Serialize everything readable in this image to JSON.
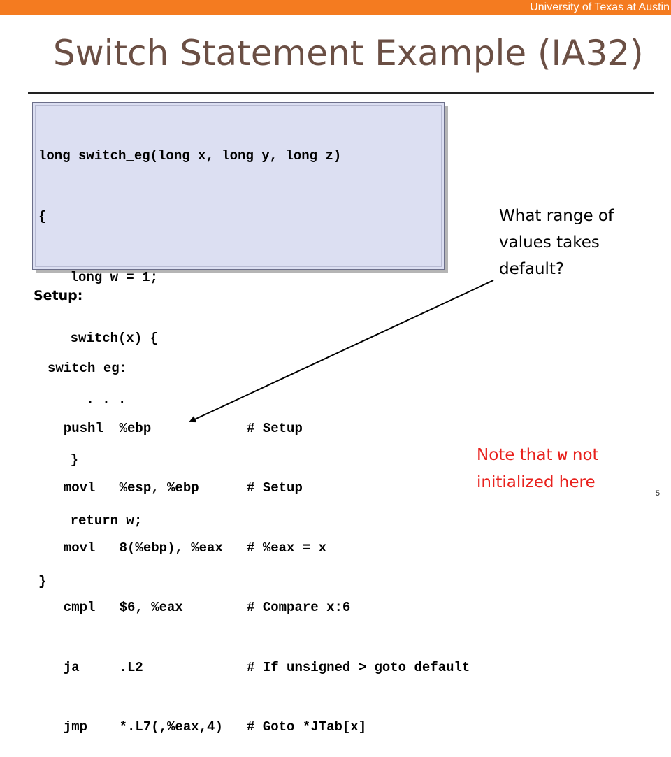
{
  "header": {
    "organization": "University of Texas at Austin",
    "accent_color": "#f47b20"
  },
  "slide": {
    "title": "Switch Statement Example (IA32)",
    "title_color": "#6b4f44",
    "page_number": "5"
  },
  "c_code": {
    "lines": [
      "long switch_eg(long x, long y, long z)",
      "{",
      "    long w = 1;",
      "    switch(x) {",
      "      . . .",
      "    }",
      "    return w;",
      "}"
    ],
    "box_color": "#dcdff2"
  },
  "setup": {
    "label": "Setup:",
    "asm_lines": [
      "switch_eg:",
      "  pushl  %ebp            # Setup",
      "  movl   %esp, %ebp      # Setup",
      "  movl   8(%ebp), %eax   # %eax = x",
      "  cmpl   $6, %eax        # Compare x:6",
      "  ja     .L2             # If unsigned > goto default",
      "  jmp    *.L7(,%eax,4)   # Goto *JTab[x]"
    ]
  },
  "callouts": {
    "question": "What range of values takes default?",
    "note_prefix": "Note that ",
    "note_code": "w",
    "note_suffix": " not initialized here",
    "note_color": "#e8211d"
  }
}
